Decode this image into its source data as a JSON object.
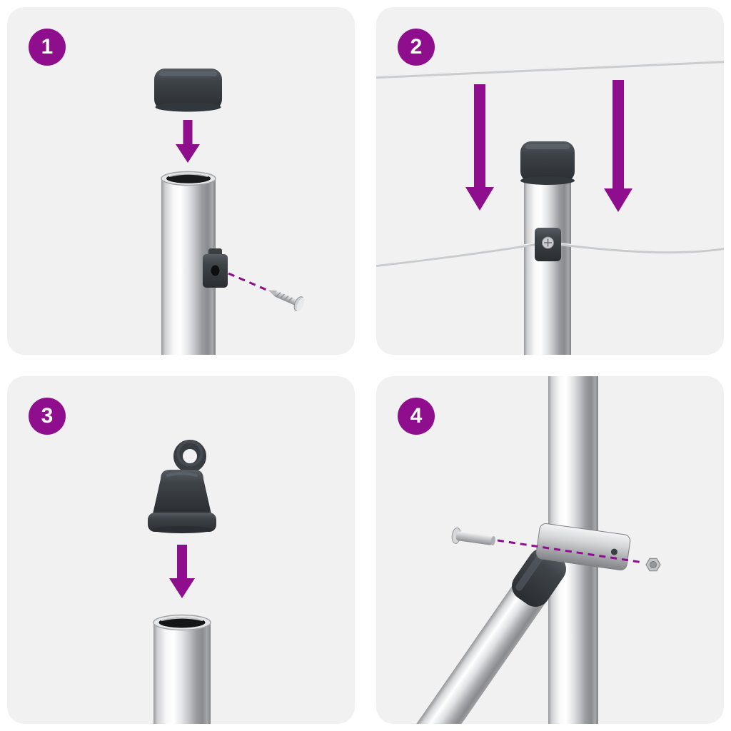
{
  "steps": [
    {
      "number": "1",
      "parts": [
        "round-cap",
        "arrow-down",
        "metal-post",
        "wire-bracket",
        "screw"
      ]
    },
    {
      "number": "2",
      "parts": [
        "top-wire",
        "arrow-down",
        "arrow-down",
        "capped-post",
        "wire-bracket",
        "tension-wire"
      ]
    },
    {
      "number": "3",
      "parts": [
        "eyelet-cap",
        "arrow-down",
        "metal-post"
      ]
    },
    {
      "number": "4",
      "parts": [
        "vertical-post",
        "post-clamp",
        "diagonal-brace",
        "bolt",
        "nut"
      ]
    }
  ],
  "colors": {
    "accent_purple": "#8E0E8E",
    "panel_background": "#F1F1F2",
    "cap_dark": "#383D42",
    "metal_light": "#E6E7E9",
    "wire_gray": "#CBCCCE",
    "number_text": "#FFFFFF"
  }
}
